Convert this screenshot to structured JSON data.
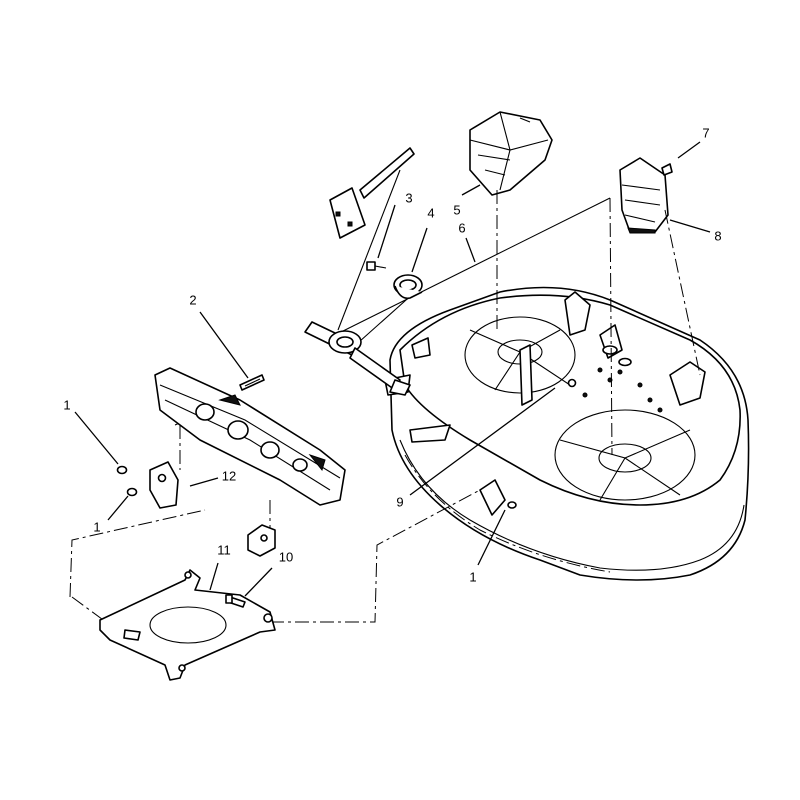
{
  "diagram": {
    "callouts": [
      {
        "id": "c1a",
        "text": "1"
      },
      {
        "id": "c1b",
        "text": "1"
      },
      {
        "id": "c1c",
        "text": "1"
      },
      {
        "id": "c2",
        "text": "2"
      },
      {
        "id": "c3",
        "text": "3"
      },
      {
        "id": "c4",
        "text": "4"
      },
      {
        "id": "c5",
        "text": "5"
      },
      {
        "id": "c6",
        "text": "6"
      },
      {
        "id": "c7",
        "text": "7"
      },
      {
        "id": "c8",
        "text": "8"
      },
      {
        "id": "c9",
        "text": "9"
      },
      {
        "id": "c10",
        "text": "10"
      },
      {
        "id": "c11",
        "text": "11"
      },
      {
        "id": "c12",
        "text": "12"
      }
    ],
    "footer_text": ""
  }
}
